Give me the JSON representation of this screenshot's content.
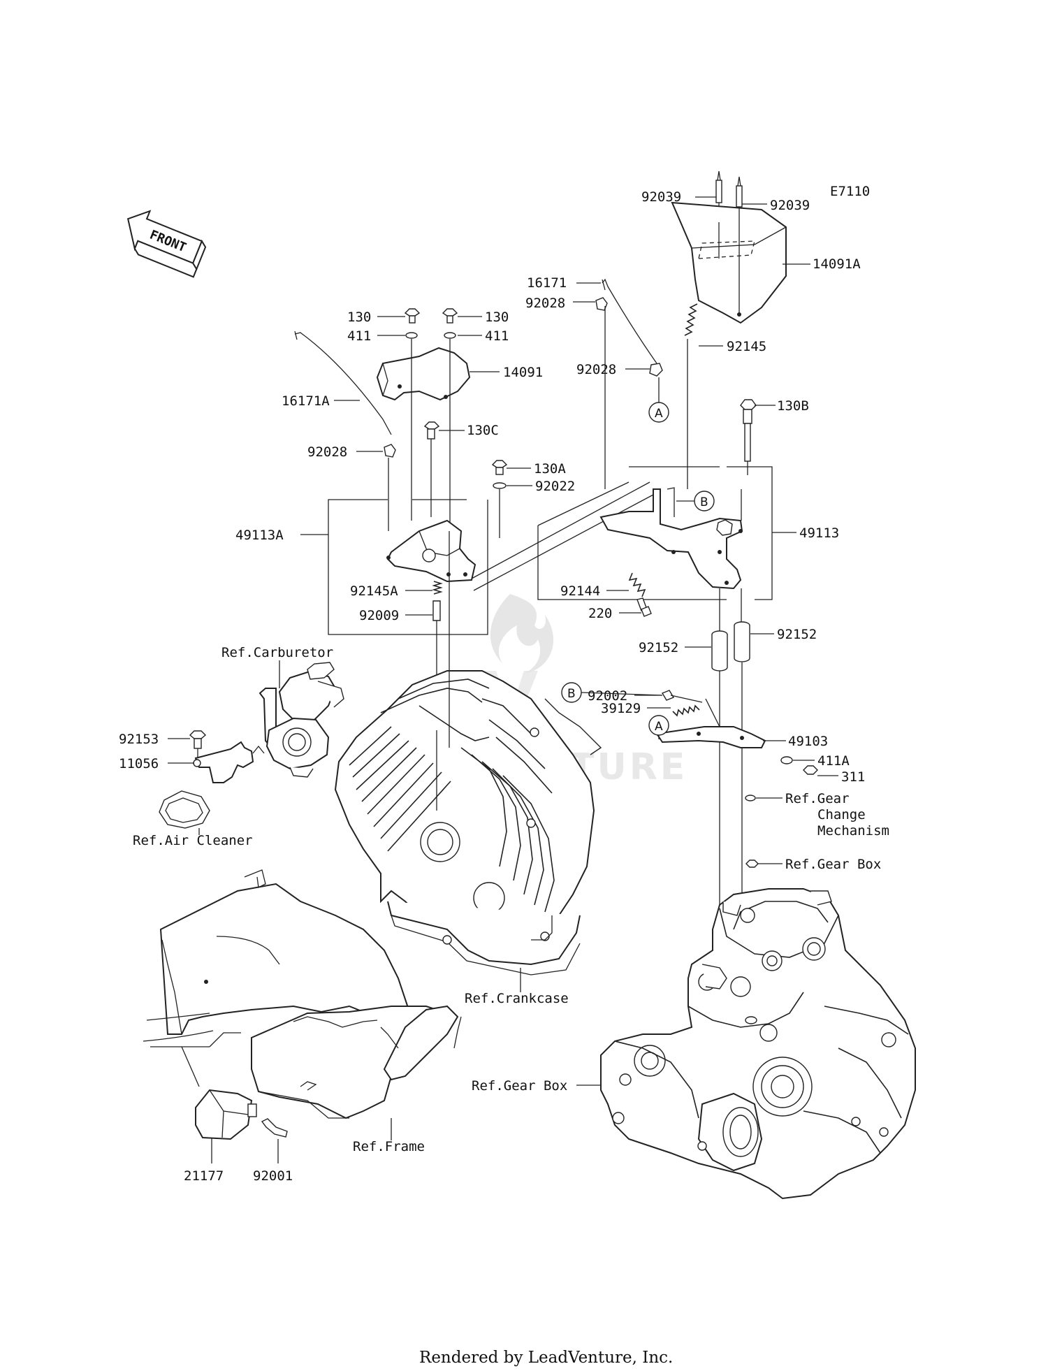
{
  "diagram_code": "E7110",
  "front_arrow_label": "FRONT",
  "footer": "Rendered by LeadVenture, Inc.",
  "watermark": "LEADVENTURE",
  "callouts": {
    "A": "A",
    "B": "B"
  },
  "labels": {
    "p92039_left": "92039",
    "p92039_right": "92039",
    "p14091A": "14091A",
    "p16171": "16171",
    "p92028_top": "92028",
    "p92028_mid": "92028",
    "p92145": "92145",
    "p130_left": "130",
    "p130_right": "130",
    "p411_left": "411",
    "p411_right": "411",
    "p14091": "14091",
    "p16171A": "16171A",
    "p130C": "130C",
    "p92028_left": "92028",
    "p130B": "130B",
    "p130A": "130A",
    "p92022": "92022",
    "p49113A": "49113A",
    "p49113": "49113",
    "p92145A": "92145A",
    "p92009": "92009",
    "p92144": "92144",
    "p220": "220",
    "p92152_left": "92152",
    "p92152_right": "92152",
    "p92002": "92002",
    "p39129": "39129",
    "p49103": "49103",
    "p411A": "411A",
    "p311": "311",
    "p92153": "92153",
    "p11056": "11056",
    "p21177": "21177",
    "p92001": "92001"
  },
  "references": {
    "carburetor": "Ref.Carburetor",
    "air_cleaner": "Ref.Air Cleaner",
    "gear_change_1": "Ref.Gear",
    "gear_change_2": "Change",
    "gear_change_3": "Mechanism",
    "gear_box_top": "Ref.Gear Box",
    "crankcase": "Ref.Crankcase",
    "gear_box_left": "Ref.Gear Box",
    "frame": "Ref.Frame"
  }
}
